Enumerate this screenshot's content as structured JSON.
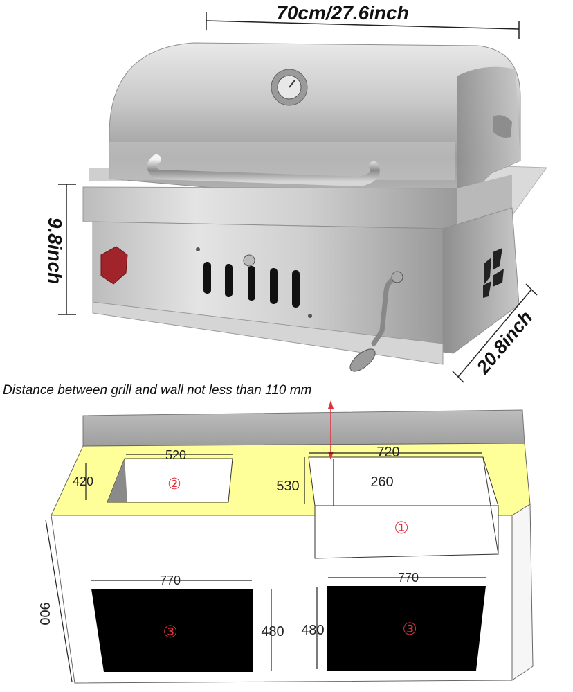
{
  "grill": {
    "width_label": "70cm/27.6inch",
    "height_label": "9.8inch",
    "depth_label": "20.8inch"
  },
  "install_note": "Distance between grill and wall not less than 110 mm",
  "cabinet": {
    "opening2_width": "520",
    "opening2_depth": "420",
    "opening1_width": "720",
    "opening1_depth": "530",
    "opening1_height": "260",
    "door_left_width": "770",
    "door_right_width": "770",
    "door_left_height": "480",
    "door_right_height": "480",
    "cabinet_height": "900",
    "marker1": "①",
    "marker2": "②",
    "marker3_left": "③",
    "marker3_right": "③"
  },
  "colors": {
    "countertop": "#ffff99",
    "wall": "#a8a8a8",
    "door": "#000000",
    "marker": "#e0303a"
  }
}
